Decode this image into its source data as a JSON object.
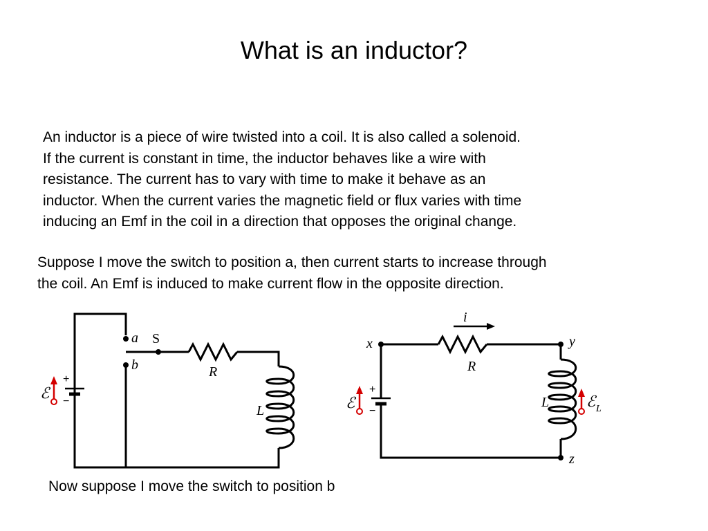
{
  "title": "What is an inductor?",
  "paragraph1": [
    "An inductor is a piece of wire twisted into a coil. It is also called a solenoid.",
    "If the current is constant in time, the inductor behaves like a wire with",
    "resistance. The current has to vary with time to make it behave as an",
    "inductor. When the current varies the magnetic field or flux varies with time",
    "inducing an Emf in the coil in a direction that opposes the original change."
  ],
  "paragraph2": [
    "Suppose I move the switch to position a, then current starts to increase through",
    "the coil. An Emf is induced to make current flow in the opposite direction."
  ],
  "paragraph3": "Now suppose I move the switch to position b",
  "circuit1": {
    "switch_a": "a",
    "switch_b": "b",
    "switch": "S",
    "resistor": "R",
    "inductor": "L",
    "emf": "ℰ",
    "plus": "+",
    "minus": "−"
  },
  "circuit2": {
    "current": "i",
    "node_x": "x",
    "node_y": "y",
    "node_z": "z",
    "resistor": "R",
    "inductor": "L",
    "emf": "ℰ",
    "emf_inductor": "ℰ",
    "emf_inductor_sub": "L",
    "plus": "+",
    "minus": "−"
  },
  "colors": {
    "emf_arrow": "#d40000"
  }
}
